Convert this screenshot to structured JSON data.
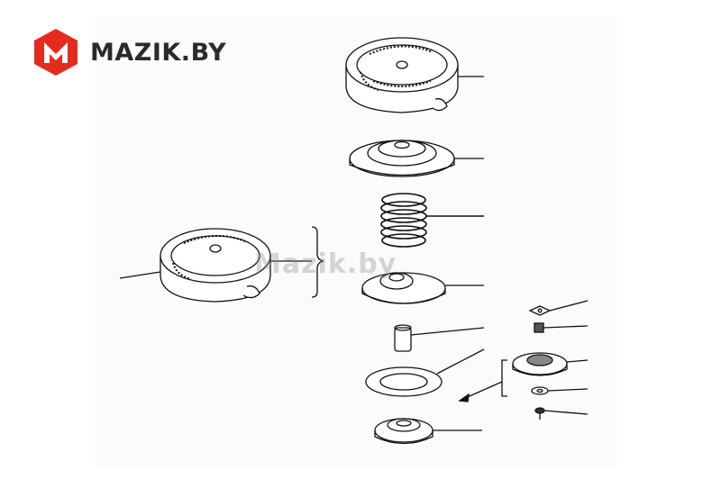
{
  "brand": {
    "name": "MAZIK.BY",
    "logo_letter": "M",
    "logo_color": "#e52b20"
  },
  "watermark": {
    "text": "Mazik.by"
  },
  "diagram": {
    "line_color": "#111111",
    "parts": [
      "cap-large-right",
      "spring-seat-upper",
      "coil-spring",
      "spring-seat-lower",
      "pin",
      "gasket-ring",
      "valve-base",
      "small-washer",
      "small-spring",
      "small-valve-seat",
      "small-ring",
      "small-screw",
      "cap-large-left"
    ]
  }
}
